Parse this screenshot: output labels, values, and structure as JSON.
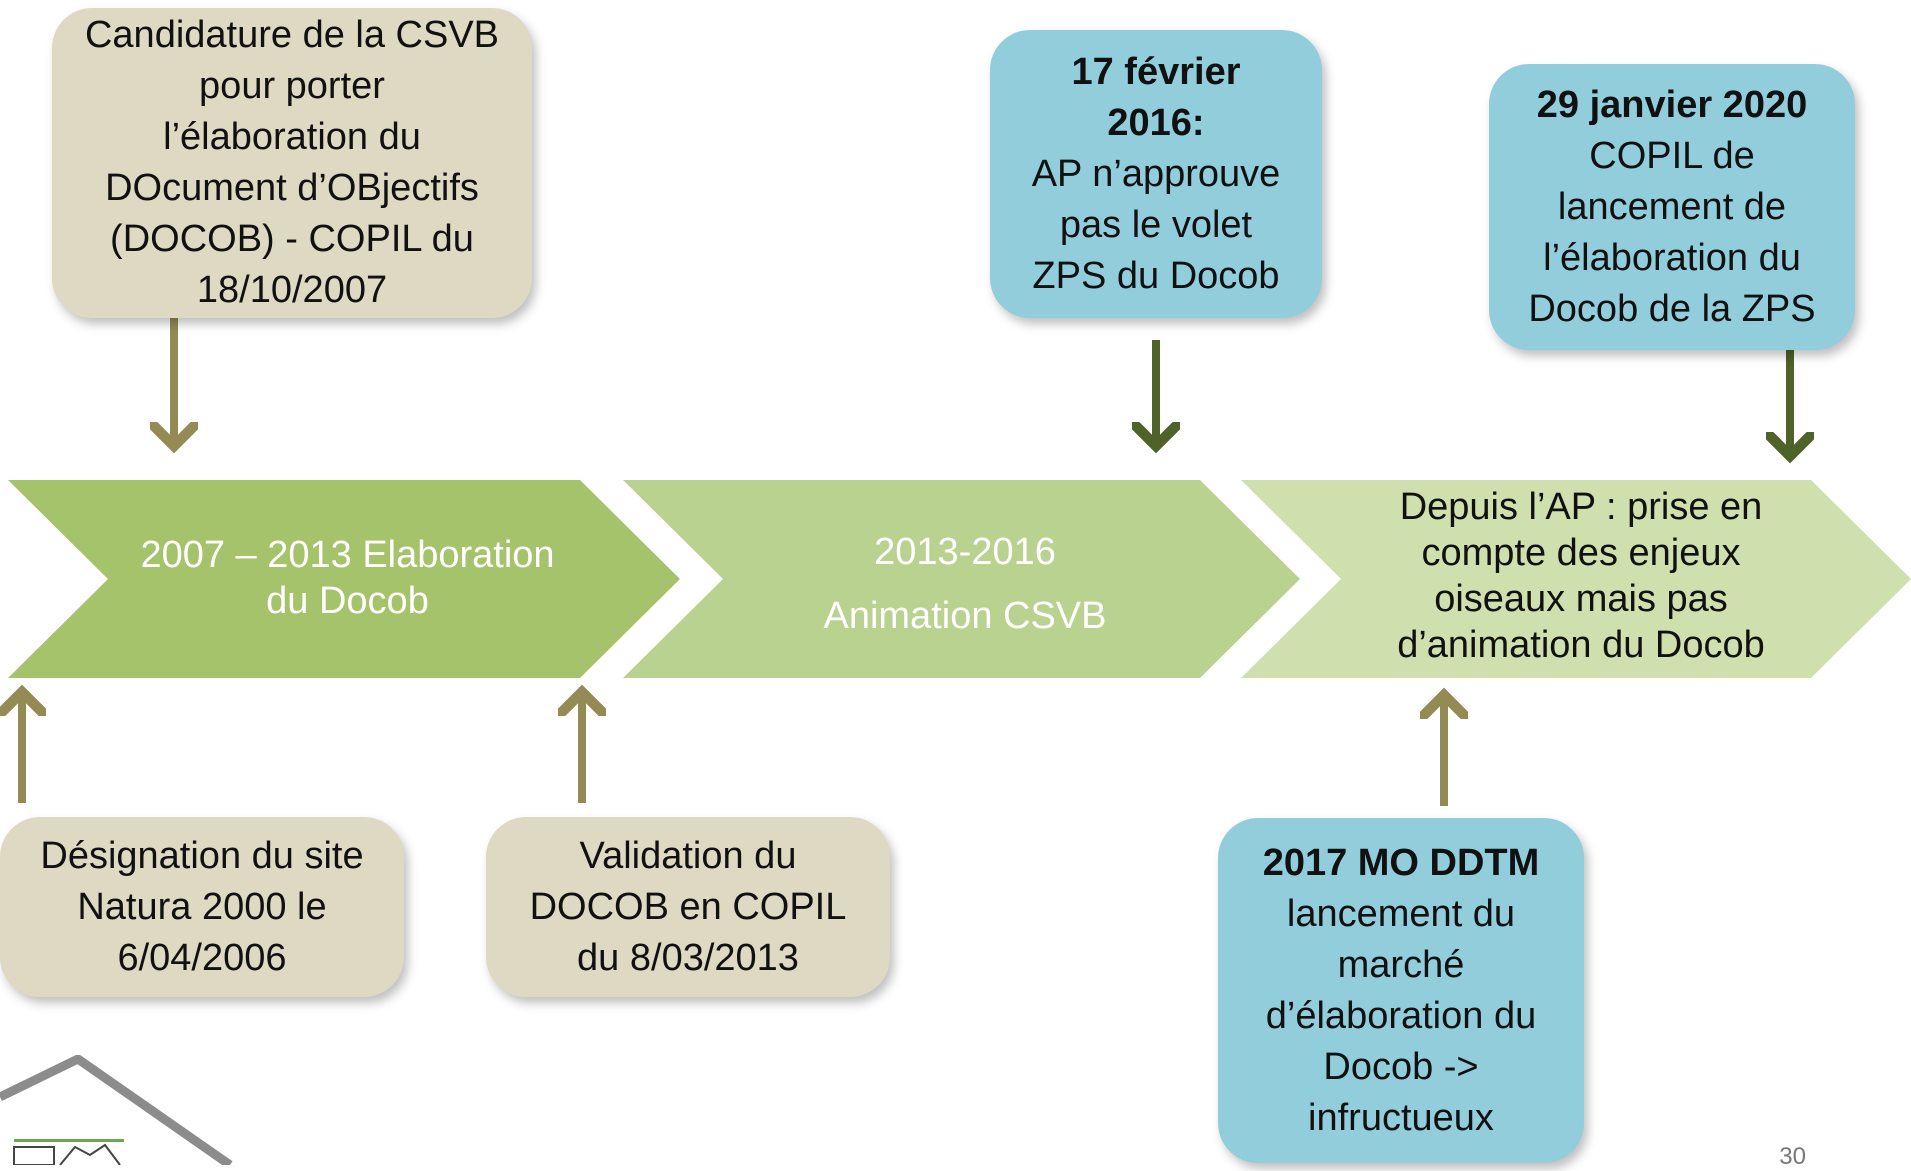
{
  "colors": {
    "beige_box": "#ddd9c3",
    "blue_box": "#92cddc",
    "chevron_1": "#a4c36a",
    "chevron_2": "#b9d28f",
    "chevron_3": "#cfe0ae",
    "arrow_beige": "#948a54",
    "arrow_dark_green": "#4f6228"
  },
  "top_events": [
    {
      "lines": [
        "Candidature de la CSVB",
        "pour porter",
        "l’élaboration du",
        "DOcument d’OBjectifs",
        "(DOCOB) - COPIL du",
        "18/10/2007"
      ],
      "bold_lines": 0
    },
    {
      "lines": [
        "17 février",
        "2016:",
        "AP n’approuve",
        "pas le volet",
        "ZPS du Docob"
      ],
      "bold_lines": 2
    },
    {
      "lines": [
        "29 janvier 2020",
        "COPIL de",
        "lancement de",
        "l’élaboration du",
        "Docob de la ZPS"
      ],
      "bold_lines": 1
    }
  ],
  "phases": [
    {
      "lines": [
        "2007 – 2013 Elaboration",
        "du Docob"
      ]
    },
    {
      "lines": [
        "2013-2016",
        "Animation CSVB"
      ]
    },
    {
      "lines": [
        "Depuis l’AP : prise en",
        "compte des enjeux",
        "oiseaux mais pas",
        "d’animation du Docob"
      ]
    }
  ],
  "bottom_events": [
    {
      "lines": [
        "Désignation du site",
        "Natura 2000 le",
        "6/04/2006"
      ],
      "bold_lines": 0
    },
    {
      "lines": [
        "Validation du",
        "DOCOB  en COPIL",
        "du 8/03/2013"
      ],
      "bold_lines": 0
    },
    {
      "lines": [
        "2017 MO DDTM",
        "lancement du",
        "marché",
        "d’élaboration du",
        "Docob ->",
        "infructueux"
      ],
      "bold_lines": 1
    }
  ],
  "logo_icon": "house-logo-icon",
  "page_number": "30"
}
